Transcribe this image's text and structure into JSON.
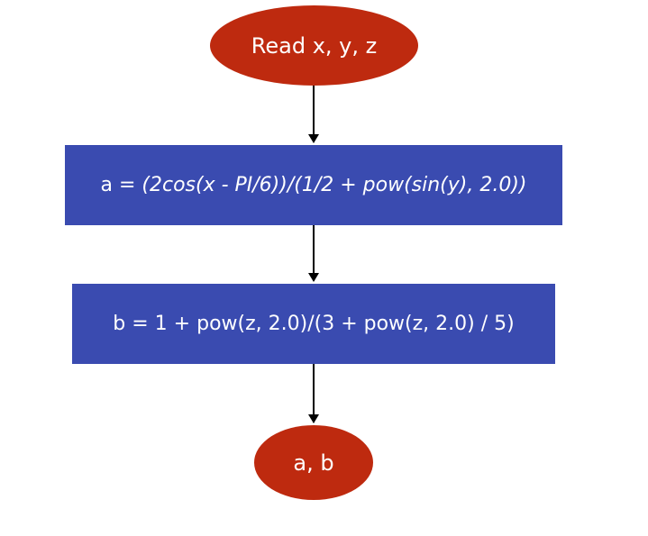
{
  "colors": {
    "terminal_fill": "#be2a0f",
    "process_fill": "#3a4bb0",
    "text": "#ffffff",
    "arrow": "#000000"
  },
  "nodes": {
    "start": {
      "shape": "ellipse",
      "label": "Read x, y, z"
    },
    "step_a": {
      "shape": "rectangle",
      "label_prefix": "a = ",
      "label_expr": "(2cos(x - PI/6))/(1/2 + pow(sin(y), 2.0))"
    },
    "step_b": {
      "shape": "rectangle",
      "label": "b = 1 + pow(z, 2.0)/(3 + pow(z, 2.0) / 5)"
    },
    "end": {
      "shape": "ellipse",
      "label": "a, b"
    }
  },
  "edges": [
    {
      "from": "start",
      "to": "step_a"
    },
    {
      "from": "step_a",
      "to": "step_b"
    },
    {
      "from": "step_b",
      "to": "end"
    }
  ]
}
